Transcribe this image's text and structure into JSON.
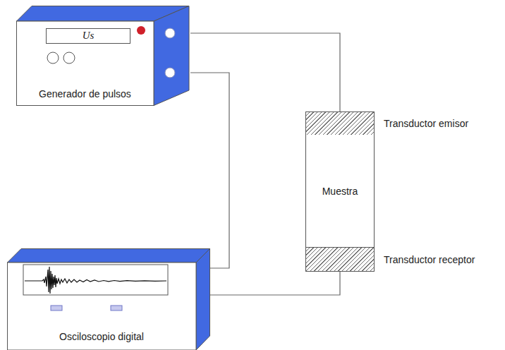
{
  "diagram": {
    "nodes": [
      {
        "text": [
          "Generador de pulsos"
        ]
      },
      {
        "text": [
          "Us"
        ],
        "in": 0
      },
      {
        "text": [
          "Transductor emisor"
        ]
      },
      {
        "text": [
          "Muestra"
        ]
      },
      {
        "text": [
          "Transductor receptor"
        ]
      },
      {
        "text": [
          "Osciloscopio digital"
        ]
      }
    ],
    "edges": [
      {
        "from": 0,
        "to": 2,
        "arrow": "none"
      },
      {
        "from": 0,
        "to": 5,
        "arrow": "none"
      },
      {
        "from": 4,
        "to": 5,
        "arrow": "none"
      }
    ]
  }
}
